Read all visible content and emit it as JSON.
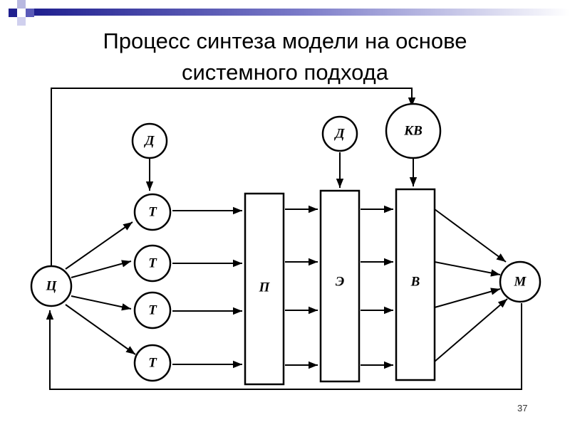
{
  "slide": {
    "title_line1": "Процесс синтеза модели на основе",
    "title_line2": "системного подхода",
    "page_number": "37",
    "accent_colors": [
      "#1f1f8f",
      "#5a5ab8",
      "#9a9ad8",
      "#d0d0ee"
    ]
  },
  "diagram": {
    "nodes": {
      "c": "Ц",
      "d1": "Д",
      "d2": "Д",
      "kv": "КВ",
      "t1": "Т",
      "t2": "Т",
      "t3": "Т",
      "t4": "Т",
      "p": "П",
      "e": "Э",
      "v": "В",
      "m": "М"
    }
  }
}
